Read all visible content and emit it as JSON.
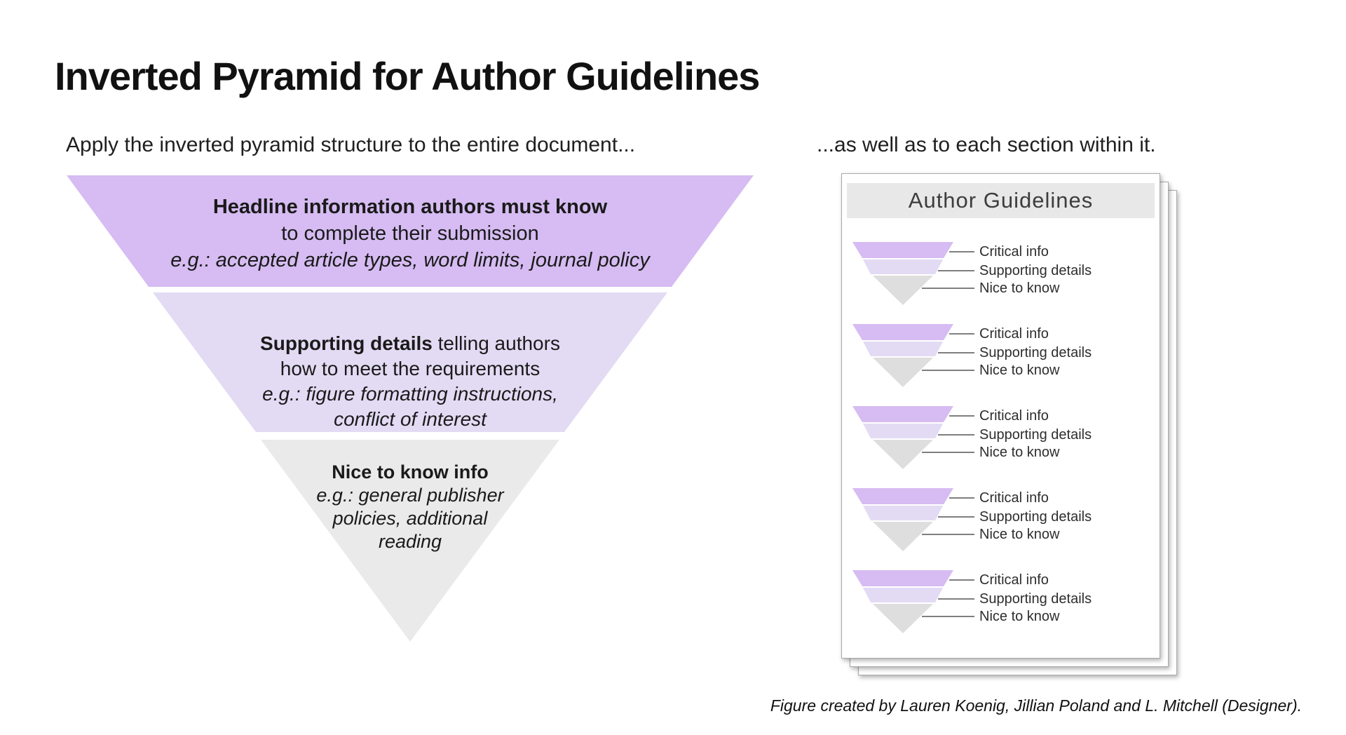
{
  "page": {
    "title": "Inverted Pyramid for Author Guidelines",
    "left_caption": "Apply the inverted pyramid structure to the entire document...",
    "right_caption": "...as well as to each section within it.",
    "attribution": "Figure created by Lauren Koenig, Jillian Poland and L. Mitchell (Designer)."
  },
  "colors": {
    "purple": "#d6bcf2",
    "light_purple": "#e3dbf4",
    "gray": "#eaeaea",
    "mini_gray": "#dedede",
    "banner_bg": "#e8e8e8",
    "connector": "#555555"
  },
  "pyramid": {
    "tier1": {
      "line1": "Headline information authors must know",
      "line2": "to complete their submission",
      "line3": "e.g.: accepted article types, word limits, journal policy"
    },
    "tier2": {
      "line1_bold": "Supporting details",
      "line1_rest": " telling authors",
      "line2": "how to meet the requirements",
      "line3": "e.g.: figure formatting instructions,",
      "line4": "conflict of interest"
    },
    "tier3": {
      "line1": "Nice to know info",
      "line2": "e.g.: general publisher",
      "line3": "policies, additional",
      "line4": "reading"
    }
  },
  "document": {
    "header": "Author Guidelines",
    "sections": [
      {
        "labels": [
          "Critical info",
          "Supporting details",
          "Nice to know"
        ]
      },
      {
        "labels": [
          "Critical info",
          "Supporting details",
          "Nice to know"
        ]
      },
      {
        "labels": [
          "Critical info",
          "Supporting details",
          "Nice to know"
        ]
      },
      {
        "labels": [
          "Critical info",
          "Supporting details",
          "Nice to know"
        ]
      },
      {
        "labels": [
          "Critical info",
          "Supporting details",
          "Nice to know"
        ]
      }
    ]
  }
}
